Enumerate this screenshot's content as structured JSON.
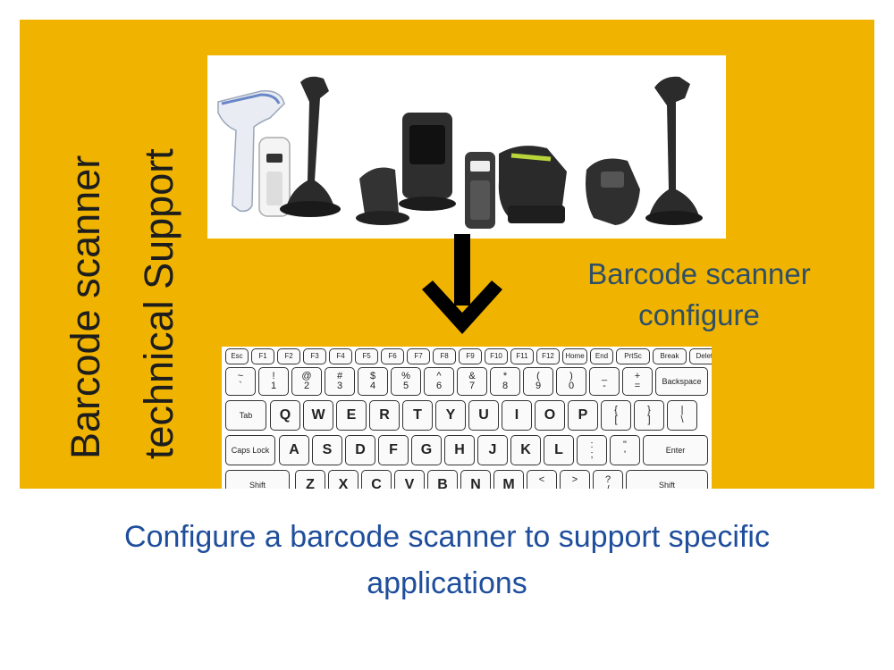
{
  "side_title": {
    "line1": "Barcode scanner",
    "line2": "technical Support"
  },
  "config_label": {
    "line1": "Barcode scanner",
    "line2": "configure"
  },
  "caption": {
    "line1": "Configure a barcode scanner to support specific",
    "line2": "applications"
  },
  "images": {
    "scanners": "barcode scanner product lineup",
    "keyboard": "keyboard layout illustration"
  },
  "keyboard": {
    "row_fn": [
      "Esc",
      "F1",
      "F2",
      "F3",
      "F4",
      "F5",
      "F6",
      "F7",
      "F8",
      "F9",
      "F10",
      "F11",
      "F12",
      "Home",
      "End",
      "PrtSc",
      "Break",
      "Delete"
    ],
    "row_num": [
      {
        "top": "~",
        "bot": "`"
      },
      {
        "top": "!",
        "bot": "1"
      },
      {
        "top": "@",
        "bot": "2"
      },
      {
        "top": "#",
        "bot": "3"
      },
      {
        "top": "$",
        "bot": "4"
      },
      {
        "top": "%",
        "bot": "5"
      },
      {
        "top": "^",
        "bot": "6"
      },
      {
        "top": "&",
        "bot": "7"
      },
      {
        "top": "*",
        "bot": "8"
      },
      {
        "top": "(",
        "bot": "9"
      },
      {
        "top": ")",
        "bot": "0"
      },
      {
        "top": "_",
        "bot": "-"
      },
      {
        "top": "+",
        "bot": "="
      }
    ],
    "backspace": "Backspace",
    "tab": "Tab",
    "row_q": [
      "Q",
      "W",
      "E",
      "R",
      "T",
      "Y",
      "U",
      "I",
      "O",
      "P"
    ],
    "row_q_sym": [
      {
        "top": "{",
        "bot": "["
      },
      {
        "top": "}",
        "bot": "]"
      },
      {
        "top": "|",
        "bot": "\\"
      }
    ],
    "caps": "Caps Lock",
    "row_a": [
      "A",
      "S",
      "D",
      "F",
      "G",
      "H",
      "J",
      "K",
      "L"
    ],
    "row_a_sym": [
      {
        "top": ":",
        "bot": ";"
      },
      {
        "top": "\"",
        "bot": "'"
      }
    ],
    "enter": "Enter",
    "shift": "Shift",
    "row_z": [
      "Z",
      "X",
      "C",
      "V",
      "B",
      "N",
      "M"
    ],
    "row_z_sym": [
      {
        "top": "<",
        "bot": ","
      },
      {
        "top": ">",
        "bot": "."
      },
      {
        "top": "?",
        "bot": "/"
      }
    ]
  },
  "colors": {
    "panel": "#f0b400",
    "caption": "#1f4e9c",
    "config_label": "#2f4f67",
    "arrow": "#000000"
  }
}
